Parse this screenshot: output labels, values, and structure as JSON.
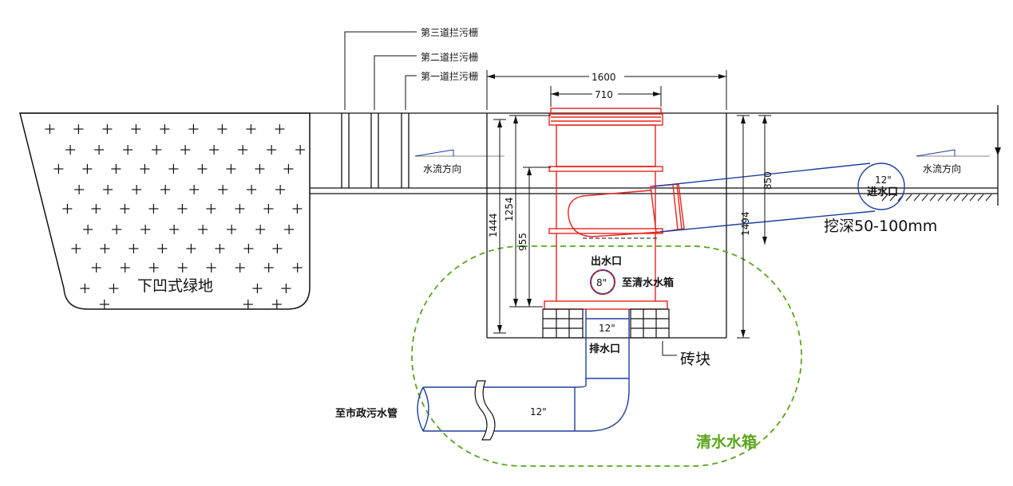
{
  "labels": {
    "grate3": "第三道拦污栅",
    "grate2": "第二道拦污栅",
    "grate1": "第一道拦污栅",
    "flow_left": "水流方向",
    "flow_right": "水流方向",
    "green_land": "下凹式绿地",
    "outlet": "出水口",
    "to_clean_tank": "至清水水箱",
    "outlet_size": "8\"",
    "drain_size": "12\"",
    "drain": "排水口",
    "brick": "砖块",
    "to_sewer": "至市政污水管",
    "sewer_size": "12\"",
    "clean_tank": "清水水箱",
    "inlet_size": "12\"",
    "inlet": "进水口",
    "excavation": "挖深50-100mm"
  },
  "dimensions": {
    "d1600": "1600",
    "d710": "710",
    "d1444": "1444",
    "d1254": "1254",
    "d955": "955",
    "d850": "850",
    "d1494": "1494"
  },
  "colors": {
    "device": "#e8231c",
    "pipe": "#1f3fa0",
    "tank": "#5aa51e",
    "line": "#111111"
  }
}
